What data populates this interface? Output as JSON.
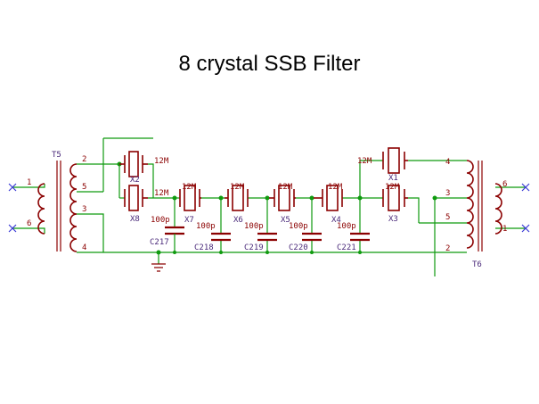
{
  "title": "8 crystal SSB Filter",
  "colors": {
    "wire": "#0f9a0f",
    "component": "#8b0000",
    "reference": "#4a2a7a",
    "no_connect": "#3a3ad6"
  },
  "transformers": [
    {
      "ref": "T5",
      "pins": [
        "1",
        "6",
        "2",
        "5",
        "3",
        "4"
      ]
    },
    {
      "ref": "T6",
      "pins": [
        "4",
        "3",
        "5",
        "2",
        "6",
        "1"
      ]
    }
  ],
  "crystals": [
    {
      "ref": "X2",
      "value": "12M"
    },
    {
      "ref": "X8",
      "value": "12M"
    },
    {
      "ref": "X7",
      "value": "12M"
    },
    {
      "ref": "X6",
      "value": "12M"
    },
    {
      "ref": "X5",
      "value": "12M"
    },
    {
      "ref": "X4",
      "value": "12M"
    },
    {
      "ref": "X1",
      "value": "12M"
    },
    {
      "ref": "X3",
      "value": "12M"
    }
  ],
  "capacitors": [
    {
      "ref": "C217",
      "value": "100p"
    },
    {
      "ref": "C218",
      "value": "100p"
    },
    {
      "ref": "C219",
      "value": "100p"
    },
    {
      "ref": "C220",
      "value": "100p"
    },
    {
      "ref": "C221",
      "value": "100p"
    }
  ],
  "icons": [
    "ground-icon",
    "no-connect-icon",
    "crystal-icon",
    "capacitor-icon",
    "transformer-icon"
  ]
}
